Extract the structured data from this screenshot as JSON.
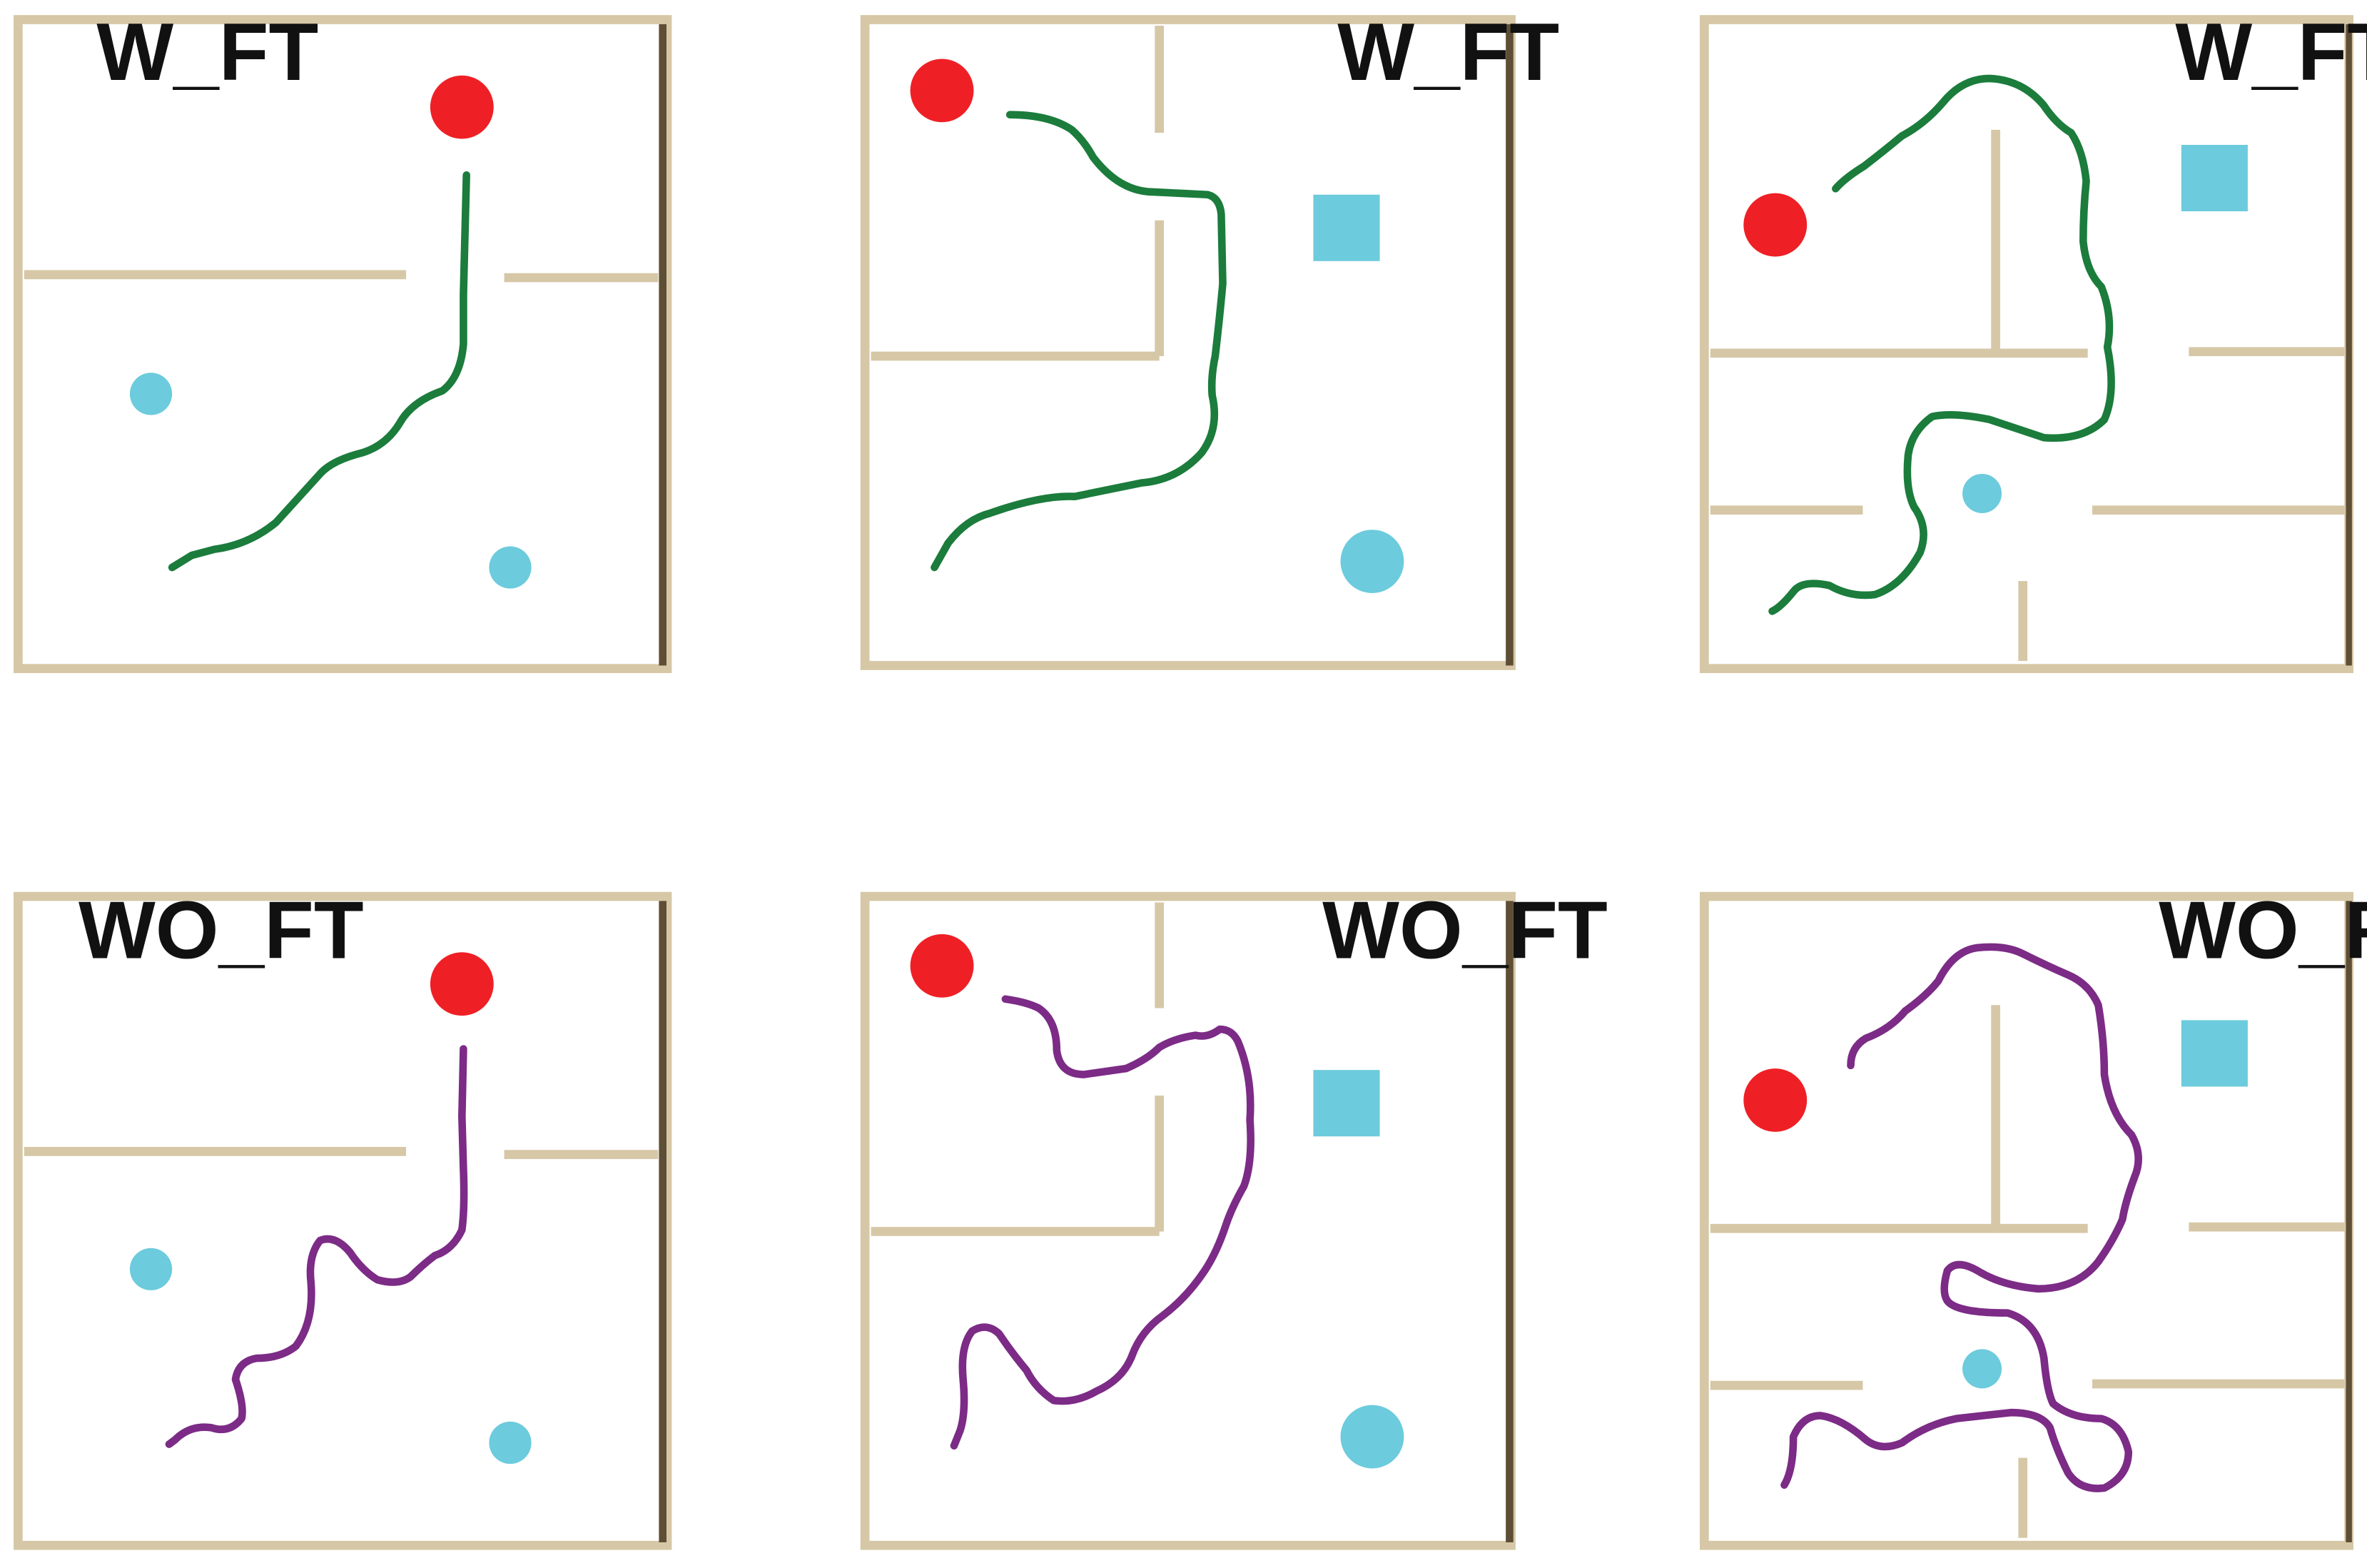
{
  "colors": {
    "background": "#ffffff",
    "wall": "#d6c7a6",
    "wall_dark": "#5e4e35",
    "start_dot": "#ee2026",
    "goal": "#6ccbdc",
    "path_with_ft": "#1b7c3c",
    "path_without_ft": "#7c2b86"
  },
  "panels": [
    {
      "id": "panel-1",
      "row": "top",
      "label": "W_FT",
      "path_type": "with_ft",
      "objects": [
        "red-circle",
        "cyan-circle",
        "cyan-circle"
      ]
    },
    {
      "id": "panel-2",
      "row": "top",
      "label": "W_FT",
      "path_type": "with_ft",
      "objects": [
        "red-circle",
        "cyan-square",
        "cyan-circle"
      ]
    },
    {
      "id": "panel-3",
      "row": "top",
      "label": "W_FT",
      "path_type": "with_ft",
      "objects": [
        "red-circle",
        "cyan-square",
        "cyan-circle"
      ]
    },
    {
      "id": "panel-4",
      "row": "bottom",
      "label": "WO_FT",
      "path_type": "without_ft",
      "objects": [
        "red-circle",
        "cyan-circle",
        "cyan-circle"
      ]
    },
    {
      "id": "panel-5",
      "row": "bottom",
      "label": "WO_FT",
      "path_type": "without_ft",
      "objects": [
        "red-circle",
        "cyan-square",
        "cyan-circle"
      ]
    },
    {
      "id": "panel-6",
      "row": "bottom",
      "label": "WO_FT",
      "path_type": "without_ft",
      "objects": [
        "red-circle",
        "cyan-square",
        "cyan-circle"
      ]
    }
  ]
}
